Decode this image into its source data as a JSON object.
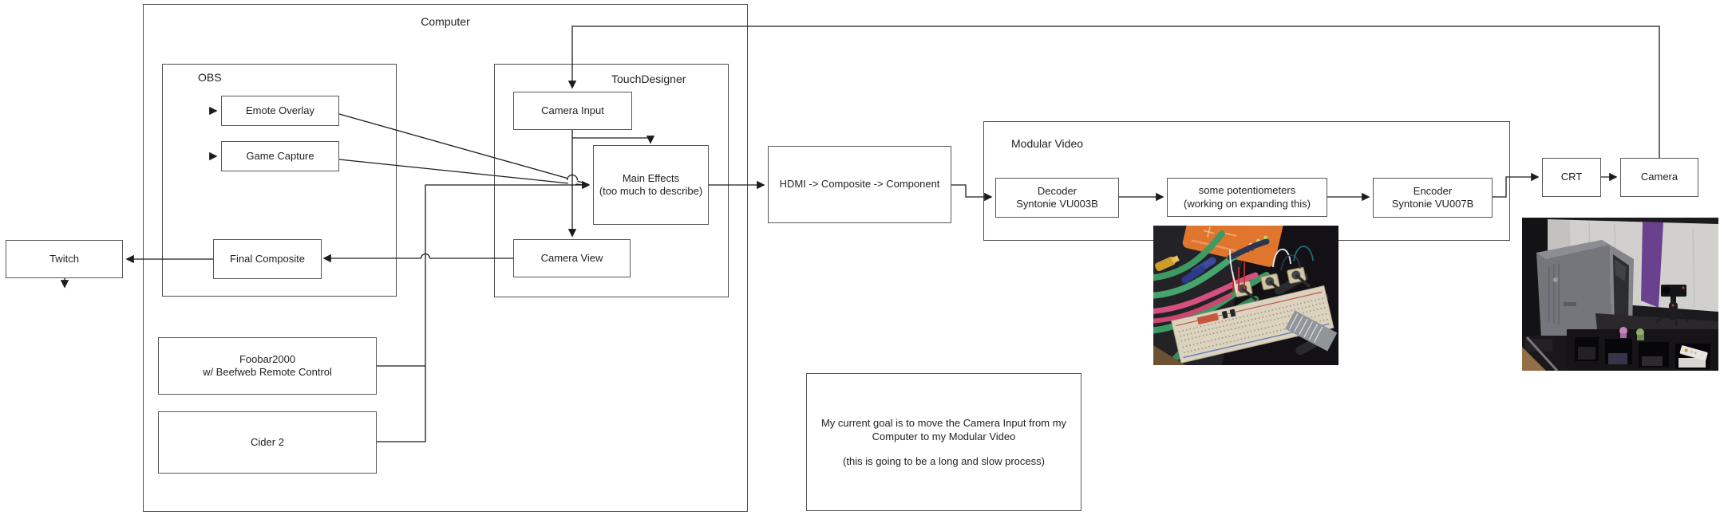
{
  "colors": {
    "line": "#1c1c1c",
    "box_border": "#585858",
    "group_border": "#4e4e4e"
  },
  "groups": {
    "computer": "Computer",
    "obs": "OBS",
    "touchdesigner": "TouchDesigner",
    "modular_video": "Modular Video"
  },
  "nodes": {
    "twitch": "Twitch",
    "emote_overlay": "Emote Overlay",
    "game_capture": "Game Capture",
    "final_composite": "Final Composite",
    "camera_input": "Camera Input",
    "main_effects": [
      "Main Effects",
      "(too much to describe)"
    ],
    "camera_view": "Camera View",
    "foobar2000": [
      "Foobar2000",
      "w/ Beefweb Remote Control"
    ],
    "cider": "Cider 2",
    "hdmi_chain": "HDMI -> Composite -> Component",
    "decoder": [
      "Decoder",
      "Syntonie VU003B"
    ],
    "potentiometers": [
      "some potentiometers",
      "(working on expanding this)"
    ],
    "encoder": [
      "Encoder",
      "Syntonie VU007B"
    ],
    "crt": "CRT",
    "camera": "Camera"
  },
  "note": {
    "line1": "My current goal is to move the Camera Input from my",
    "line2": "Computer to my Modular Video",
    "line3": "(this is going to be a long and slow process)"
  }
}
